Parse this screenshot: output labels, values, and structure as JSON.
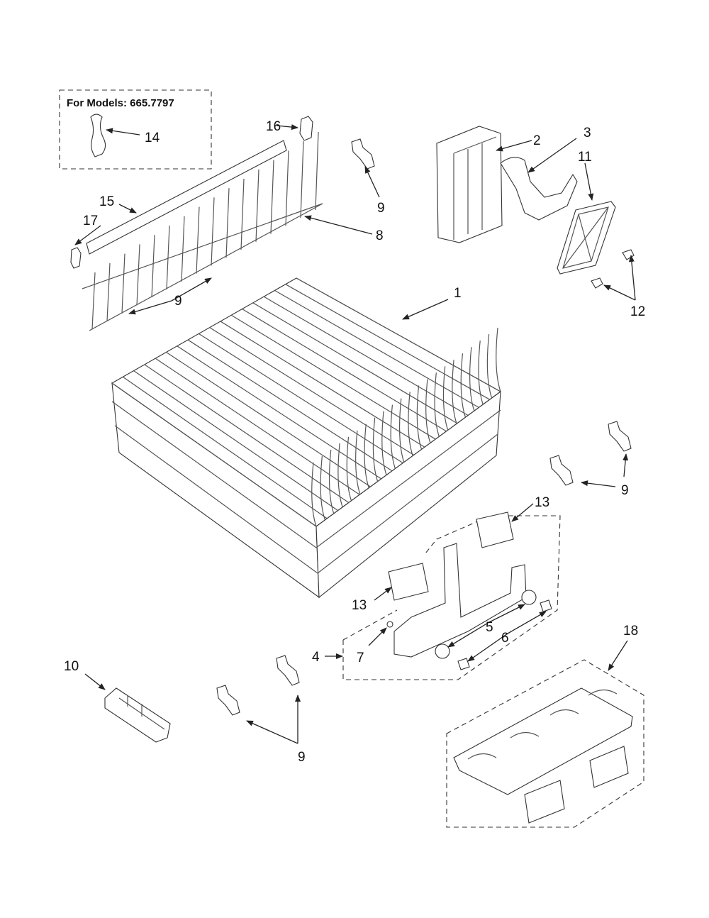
{
  "models_note": "For Models: 665.7797",
  "labels": {
    "l1": "1",
    "l2": "2",
    "l3": "3",
    "l4": "4",
    "l5": "5",
    "l6": "6",
    "l7": "7",
    "l8": "8",
    "l9a": "9",
    "l9b": "9",
    "l9c": "9",
    "l9d": "9",
    "l10": "10",
    "l11": "11",
    "l12": "12",
    "l13a": "13",
    "l13b": "13",
    "l14": "14",
    "l15": "15",
    "l16": "16",
    "l17": "17",
    "l18": "18"
  },
  "colors": {
    "line": "#222222",
    "background": "#ffffff"
  }
}
